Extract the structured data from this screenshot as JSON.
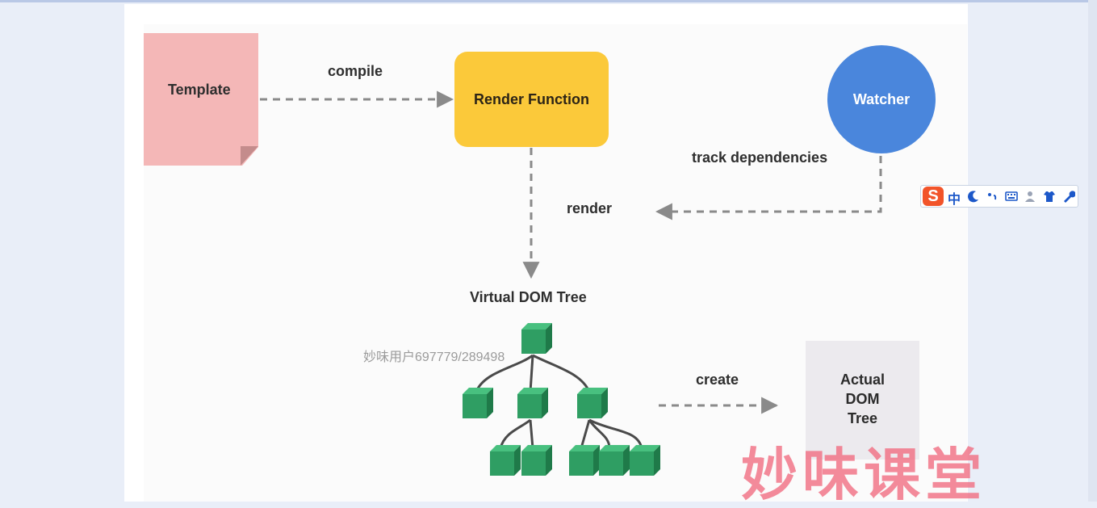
{
  "nodes": {
    "template": "Template",
    "render_function": "Render Function",
    "watcher": "Watcher",
    "virtual_dom_tree": "Virtual DOM Tree",
    "actual_dom_tree": [
      "Actual",
      "DOM",
      "Tree"
    ]
  },
  "edges": {
    "compile": "compile",
    "track_dependencies": "track dependencies",
    "render": "render",
    "create": "create"
  },
  "overlay": {
    "user_watermark": "妙味用户697779/289498",
    "brand_watermark": "妙味课堂"
  },
  "ime_toolbar": {
    "logo": "S",
    "mode": "中"
  },
  "colors": {
    "template": "#f4b7b7",
    "render_function": "#fbc93a",
    "watcher": "#4a86dc",
    "tree_node": "#2f9e63",
    "actual_dom": "#eceaee",
    "arrow": "#8a8a8a"
  }
}
